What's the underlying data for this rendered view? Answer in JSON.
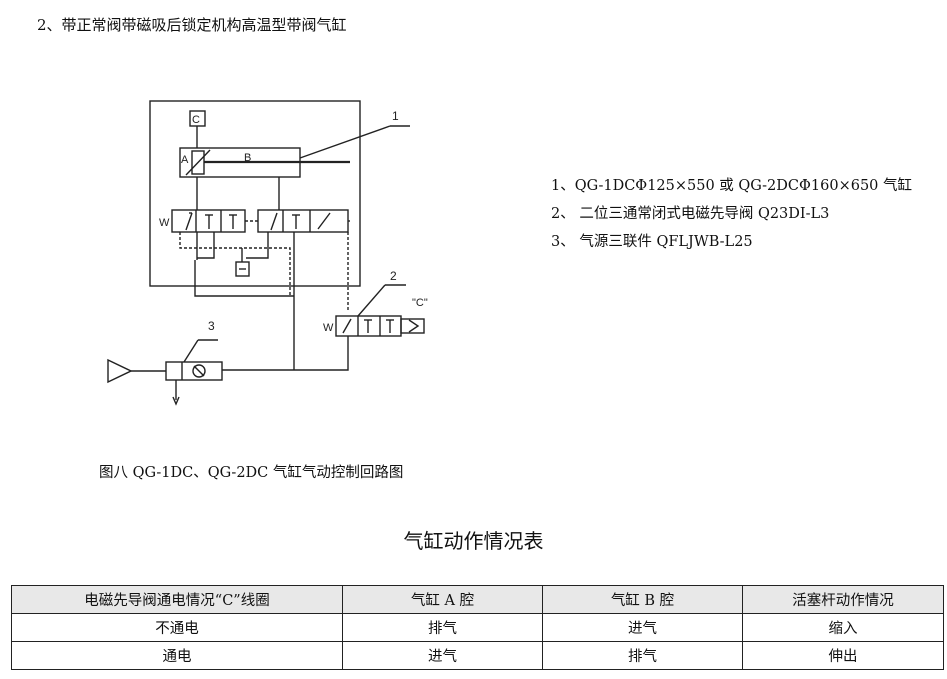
{
  "heading": "2、带正常阀带磁吸后锁定机构高温型带阀气缸",
  "diagram": {
    "callouts": [
      "1",
      "2",
      "3"
    ],
    "port_labels": {
      "a": "A",
      "b": "B",
      "c": "C",
      "w": "W",
      "coil": "\"C\""
    }
  },
  "legend": [
    "1、QG-1DCΦ125×550 或 QG-2DCΦ160×650 气缸",
    "2、 二位三通常闭式电磁先导阀 Q23DI-L3",
    "3、 气源三联件 QFLJWB-L25"
  ],
  "figure_caption": "图八  QG-1DC、QG-2DC 气缸气动控制回路图",
  "table": {
    "title": "气缸动作情况表",
    "headers": [
      "电磁先导阀通电情况“C”线圈",
      "气缸 A 腔",
      "气缸 B 腔",
      "活塞杆动作情况"
    ],
    "rows": [
      [
        "不通电",
        "排气",
        "进气",
        "缩入"
      ],
      [
        "通电",
        "进气",
        "排气",
        "伸出"
      ]
    ]
  }
}
